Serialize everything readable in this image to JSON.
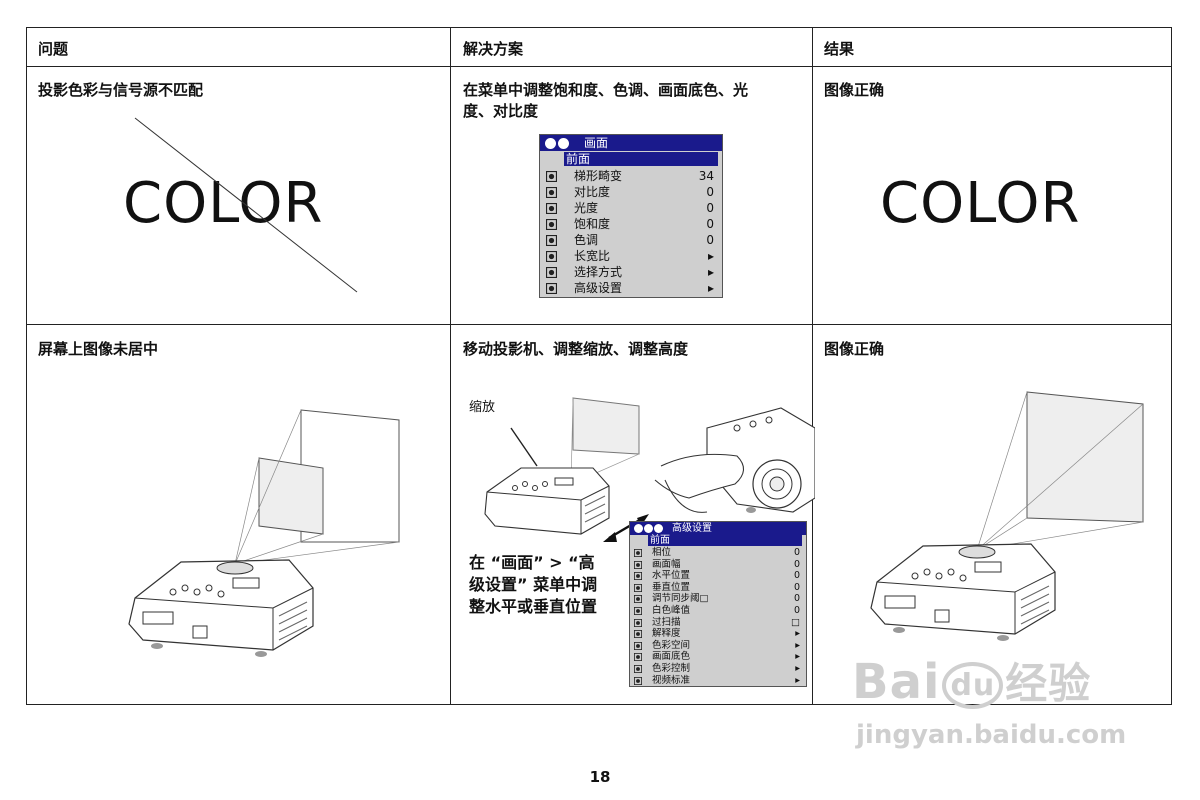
{
  "headers": {
    "problem": "问题",
    "solution": "解决方案",
    "result": "结果"
  },
  "row1": {
    "problem": "投影色彩与信号源不匹配",
    "solution_line1": "在菜单中调整饱和度、色调、画面底色、光",
    "solution_line2": "度、对比度",
    "result": "图像正确",
    "color_word": "COLOR",
    "color_word_result": "COLOR"
  },
  "menu1": {
    "title": "画面",
    "selected": "前面",
    "items": [
      {
        "label": "梯形畸变",
        "value": "34",
        "icon": "keystone-icon"
      },
      {
        "label": "对比度",
        "value": "0",
        "icon": "contrast-icon"
      },
      {
        "label": "光度",
        "value": "0",
        "icon": "brightness-icon"
      },
      {
        "label": "饱和度",
        "value": "0",
        "icon": "saturation-icon"
      },
      {
        "label": "色调",
        "value": "0",
        "icon": "tint-icon"
      },
      {
        "label": "长宽比",
        "value": "▸",
        "icon": "aspect-ratio-icon"
      },
      {
        "label": "选择方式",
        "value": "▸",
        "icon": "presets-icon"
      },
      {
        "label": "高级设置",
        "value": "▸",
        "icon": "advanced-icon"
      }
    ]
  },
  "row2": {
    "problem": "屏幕上图像未居中",
    "solution": "移动投影机、调整缩放、调整高度",
    "result": "图像正确",
    "zoom_label": "缩放",
    "caption_line1": "在 “画面” > “高",
    "caption_line2": "级设置” 菜单中调",
    "caption_line3": "整水平或垂直位置"
  },
  "menu2": {
    "title": "高级设置",
    "selected": "前面",
    "items": [
      {
        "label": "相位",
        "value": "0",
        "icon": "phase-icon"
      },
      {
        "label": "画面幅",
        "value": "0",
        "icon": "tracking-icon"
      },
      {
        "label": "水平位置",
        "value": "0",
        "icon": "horizontal-position-icon"
      },
      {
        "label": "垂直位置",
        "value": "0",
        "icon": "vertical-position-icon"
      },
      {
        "label": "调节同步阈□",
        "value": "0",
        "icon": "sync-threshold-icon"
      },
      {
        "label": "白色峰值",
        "value": "0",
        "icon": "white-peaking-icon"
      },
      {
        "label": "过扫描",
        "value": "□",
        "icon": "overscan-icon"
      },
      {
        "label": "解释度",
        "value": "▸",
        "icon": "sharpness-icon"
      },
      {
        "label": "色彩空间",
        "value": "▸",
        "icon": "color-space-icon"
      },
      {
        "label": "画面底色",
        "value": "▸",
        "icon": "color-temp-icon"
      },
      {
        "label": "色彩控制",
        "value": "▸",
        "icon": "color-control-icon"
      },
      {
        "label": "视频标准",
        "value": "▸",
        "icon": "video-standard-icon"
      }
    ]
  },
  "page_number": "18",
  "watermark": {
    "brand_a": "Bai",
    "brand_b": "du",
    "brand_c": "经验",
    "url": "jingyan.baidu.com"
  },
  "colors": {
    "menu_title": "#1a1a8c",
    "menu_bg": "#cfcfcf",
    "watermark": "#cfcfcf"
  }
}
